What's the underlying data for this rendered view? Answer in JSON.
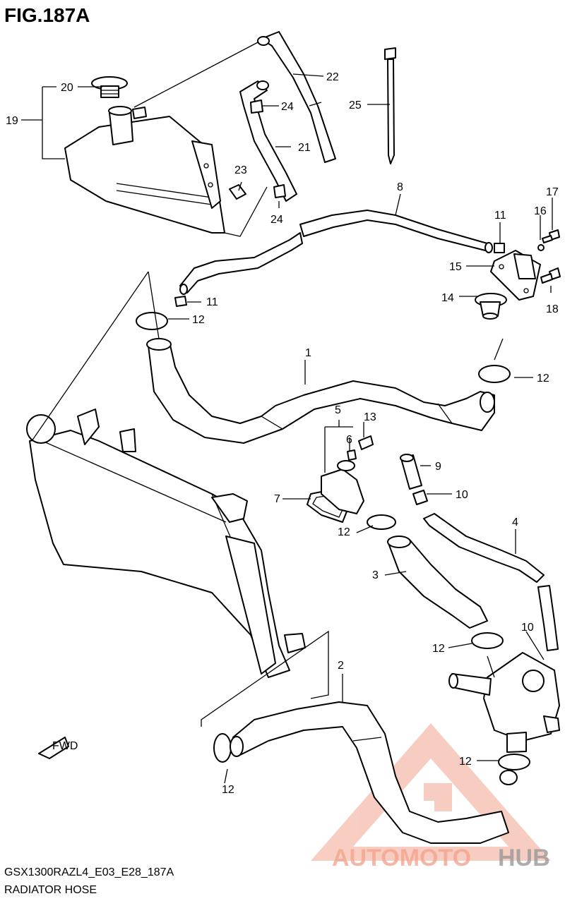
{
  "figure": {
    "title": "FIG.187A",
    "model_code": "GSX1300RAZL4_E03_E28_187A",
    "name": "RADIATOR HOSE"
  },
  "fwd_arrow": {
    "label": "FWD"
  },
  "callouts": [
    {
      "id": "c1",
      "label": "1"
    },
    {
      "id": "c2",
      "label": "2"
    },
    {
      "id": "c3",
      "label": "3"
    },
    {
      "id": "c4",
      "label": "4"
    },
    {
      "id": "c5",
      "label": "5"
    },
    {
      "id": "c6",
      "label": "6"
    },
    {
      "id": "c7",
      "label": "7"
    },
    {
      "id": "c8",
      "label": "8"
    },
    {
      "id": "c9",
      "label": "9"
    },
    {
      "id": "c10a",
      "label": "10"
    },
    {
      "id": "c10b",
      "label": "10"
    },
    {
      "id": "c11a",
      "label": "11"
    },
    {
      "id": "c11b",
      "label": "11"
    },
    {
      "id": "c12a",
      "label": "12"
    },
    {
      "id": "c12b",
      "label": "12"
    },
    {
      "id": "c12c",
      "label": "12"
    },
    {
      "id": "c12d",
      "label": "12"
    },
    {
      "id": "c12e",
      "label": "12"
    },
    {
      "id": "c12f",
      "label": "12"
    },
    {
      "id": "c13",
      "label": "13"
    },
    {
      "id": "c14",
      "label": "14"
    },
    {
      "id": "c15",
      "label": "15"
    },
    {
      "id": "c16",
      "label": "16"
    },
    {
      "id": "c17",
      "label": "17"
    },
    {
      "id": "c18",
      "label": "18"
    },
    {
      "id": "c19",
      "label": "19"
    },
    {
      "id": "c20",
      "label": "20"
    },
    {
      "id": "c21",
      "label": "21"
    },
    {
      "id": "c22",
      "label": "22"
    },
    {
      "id": "c23",
      "label": "23"
    },
    {
      "id": "c24a",
      "label": "24"
    },
    {
      "id": "c24b",
      "label": "24"
    },
    {
      "id": "c25",
      "label": "25"
    }
  ],
  "watermark": {
    "part1": "AUTOMOTO",
    "part2": "HUB",
    "color_primary": "#f4a58f",
    "color_secondary": "#999999"
  }
}
